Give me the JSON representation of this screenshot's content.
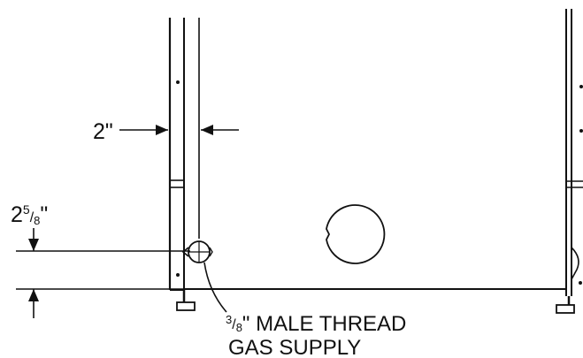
{
  "dimensions": {
    "width_label": "2\"",
    "height_whole": "2",
    "height_frac_num": "5",
    "height_frac_den": "8",
    "height_inch": "\""
  },
  "callout": {
    "thread_frac_num": "3",
    "thread_frac_den": "8",
    "line1_rest": "\" MALE THREAD",
    "line2": "GAS SUPPLY"
  }
}
